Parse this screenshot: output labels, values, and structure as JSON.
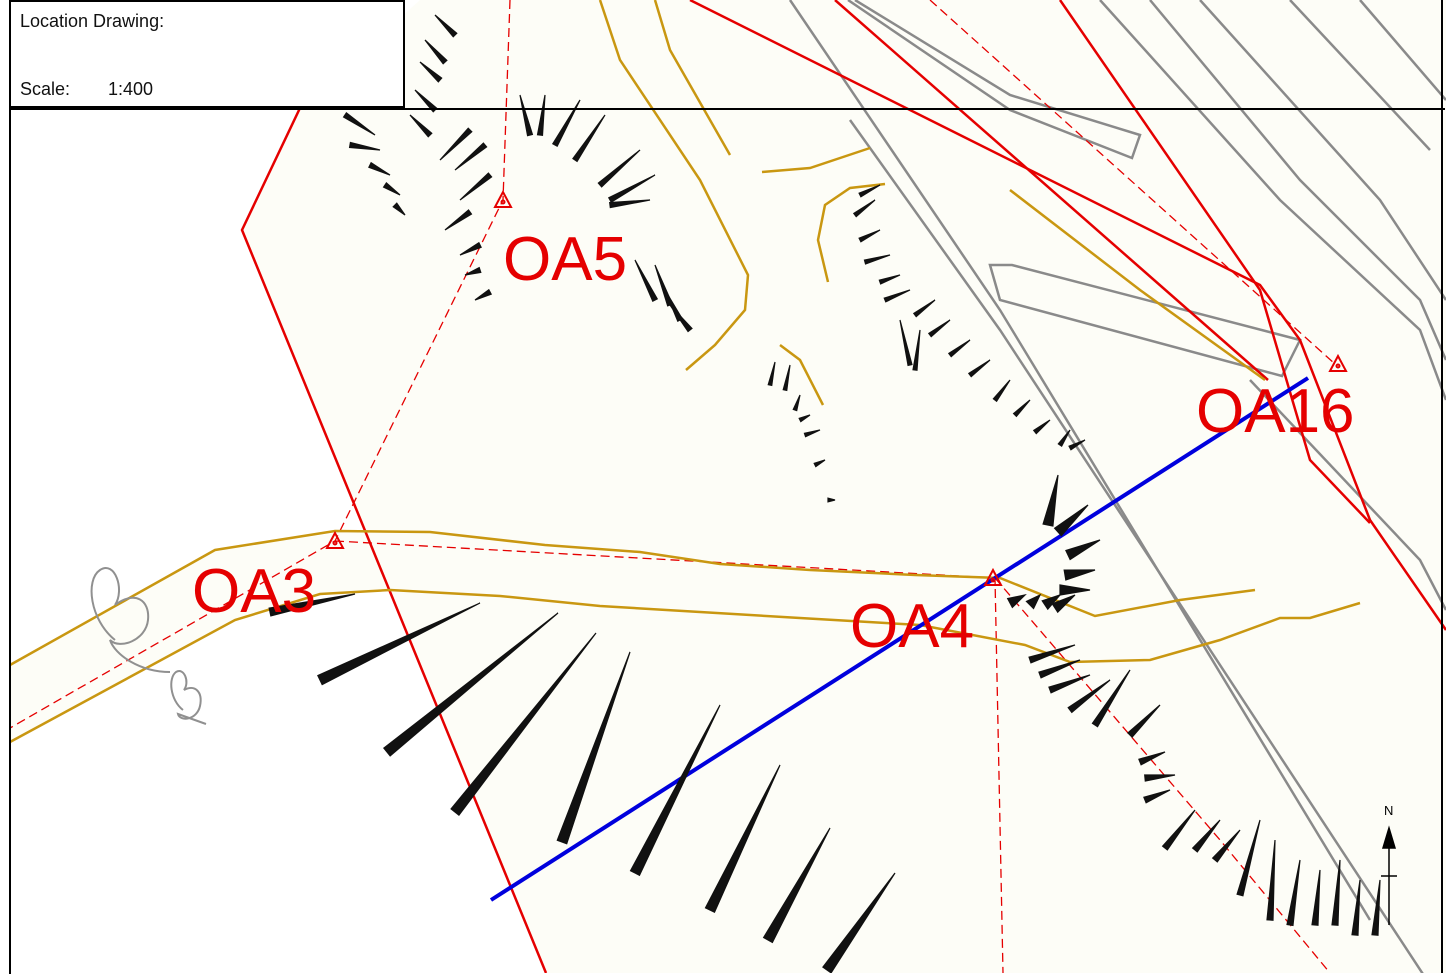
{
  "title_block": {
    "location_label": "Location Drawing:",
    "scale_label": "Scale:",
    "scale_value": "1:400"
  },
  "survey_points": [
    {
      "id": "OA5",
      "label": "OA5"
    },
    {
      "id": "OA16",
      "label": "OA16"
    },
    {
      "id": "OA3",
      "label": "OA3"
    },
    {
      "id": "OA4",
      "label": "OA4"
    }
  ],
  "north_arrow": {
    "label": "N"
  },
  "colors": {
    "background": "#fdfdf7",
    "boundary": "#e50000",
    "contour": "#c89610",
    "road": "#808080",
    "section_line": "#0000dd",
    "hachure": "#111111"
  },
  "icons": {
    "survey_point": "triangle-icon",
    "north_arrow": "north-arrow-icon",
    "slope_hachure": "hachure-icon"
  }
}
